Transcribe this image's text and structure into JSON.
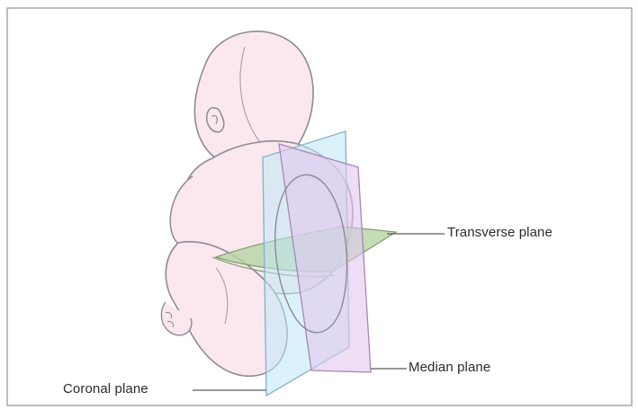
{
  "figure": {
    "labels": {
      "transverse": "Transverse plane",
      "median": "Median plane",
      "coronal": "Coronal plane"
    },
    "colors": {
      "border": "#a9a9a9",
      "skin_tint": "#fbe8ef",
      "outline": "#8e8a93",
      "coronal_plane": "#bfe7f6",
      "median_plane": "#e1c8ef",
      "transverse_plane": "#b6d5a4",
      "leader_line": "#5a5a5a"
    }
  }
}
